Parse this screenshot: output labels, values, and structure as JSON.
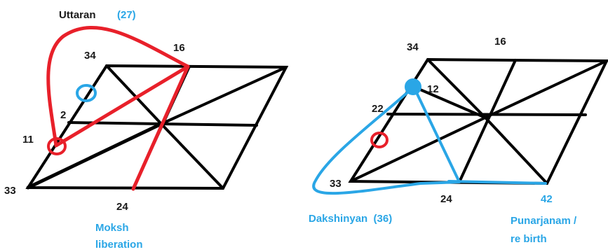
{
  "colors": {
    "line": "#000000",
    "red": "#e8202a",
    "blue": "#2aa6e6",
    "text": "#1a1a1a"
  },
  "left_diagram": {
    "title": "Uttaran",
    "title_count": "(27)",
    "labels": {
      "n34": "34",
      "n16": "16",
      "n2": "2",
      "n11": "11",
      "n33": "33",
      "n24": "24"
    },
    "caption_line1": "Moksh",
    "caption_line2": "liberation"
  },
  "right_diagram": {
    "labels": {
      "n34": "34",
      "n16": "16",
      "n12": "12",
      "n22": "22",
      "n33": "33",
      "n24": "24",
      "n42": "42"
    },
    "caption_left": "Dakshinyan  (36)",
    "caption_right_line1": "Punarjanam /",
    "caption_right_line2": "re birth"
  }
}
